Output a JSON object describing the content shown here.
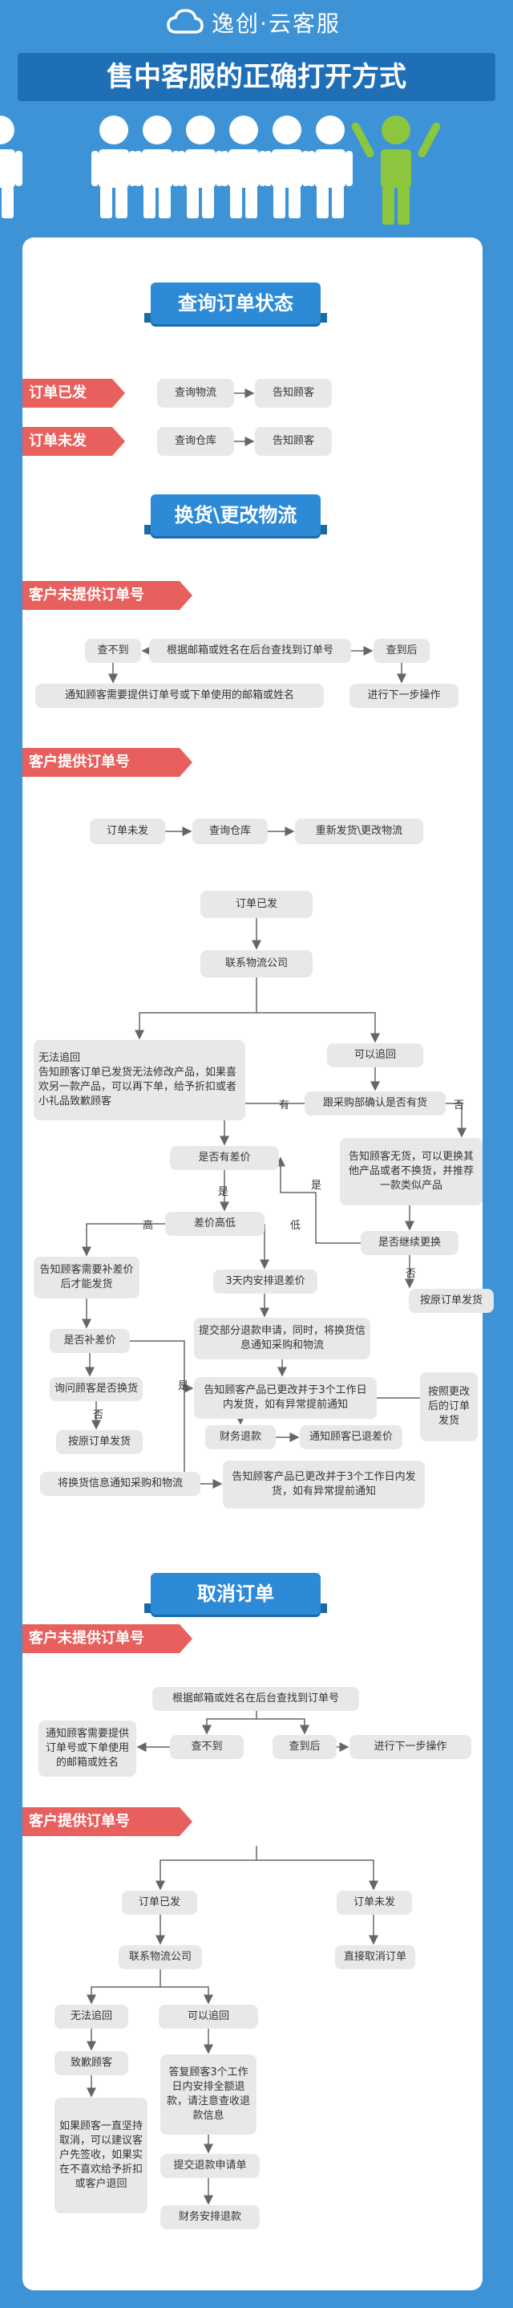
{
  "header": {
    "brand": "逸创·云客服",
    "title": "售中客服的正确打开方式"
  },
  "sections": {
    "query": "查询订单状态",
    "exchange": "换货\\更改物流",
    "cancel": "取消订单"
  },
  "labels": {
    "shipped": "订单已发",
    "not_shipped": "订单未发",
    "no_order_no": "客户未提供订单号",
    "has_order_no": "客户提供订单号",
    "no_order_no_2": "客户未提供订单号",
    "has_order_no_2": "客户提供订单号"
  },
  "query": {
    "check_logistics": "查询物流",
    "notify_1": "告知顾客",
    "check_warehouse": "查询仓库",
    "notify_2": "告知顾客"
  },
  "ex_a": {
    "not_found": "查不到",
    "lookup": "根据邮箱或姓名在后台查找到订单号",
    "found": "查到后",
    "ask_info": "通知顾客需要提供订单号或下单使用的邮箱或姓名",
    "next": "进行下一步操作"
  },
  "ex_b": {
    "not_shipped": "订单未发",
    "check_wh": "查询仓库",
    "resend": "重新发货\\更改物流",
    "shipped": "订单已发",
    "contact": "联系物流公司",
    "no_recall": "无法追回\n告知顾客订单已发货无法修改产品，如果喜欢另一款产品，可以再下单，给予折扣或者小礼品致歉顾客",
    "can_recall": "可以追回",
    "confirm_stock": "跟采购部确认是否有货",
    "has": "有",
    "no": "否",
    "price_diff": "是否有差价",
    "no_stock_notify": "告知顾客无货，可以更换其他产品或者不换货，并推荐一款类似产品",
    "yes1": "是",
    "yes2": "是",
    "diff_level": "差价高低",
    "high": "高",
    "low": "低",
    "continue_exchange": "是否继续更换",
    "no2": "否",
    "ship_original_1": "按原订单发货",
    "notify_pay": "告知顾客需要补差价后才能发货",
    "refund_3days": "3天内安排退差价",
    "paid_diff": "是否补差价",
    "submit_refund": "提交部分退款申请，同时，将换货信息通知采购和物流",
    "ask_change": "询问顾客是否换货",
    "no3": "否",
    "yes3": "是",
    "notify_changed_1": "告知顾客产品已更改并于3个工作日内发货，如有异常提前通知",
    "finance_refund": "财务退款",
    "notify_refunded": "通知顾客已退差价",
    "ship_after_change": "按照更改后的订单发货",
    "ship_original_2": "按原订单发货",
    "send_info": "将换货信息通知采购和物流",
    "notify_changed_2": "告知顾客产品已更改并于3个工作日内发货，如有异常提前通知"
  },
  "cn_a": {
    "lookup": "根据邮箱或姓名在后台查找到订单号",
    "ask_info": "通知顾客需要提供订单号或下单使用的邮箱或姓名",
    "not_found": "查不到",
    "found": "查到后",
    "next": "进行下一步操作"
  },
  "cn_b": {
    "shipped": "订单已发",
    "not_shipped": "订单未发",
    "contact": "联系物流公司",
    "cancel_direct": "直接取消订单",
    "no_recall": "无法追回",
    "can_recall": "可以追回",
    "apologize": "致歉顾客",
    "reply_refund": "答复顾客3个工作日内安排全额退款，请注意查收退款信息",
    "insist": "如果顾客一直坚持取消，可以建议客户先签收，如果实在不喜欢给予折扣或客户退回",
    "submit_refund": "提交退款申请单",
    "finance_refund": "财务安排退款"
  }
}
